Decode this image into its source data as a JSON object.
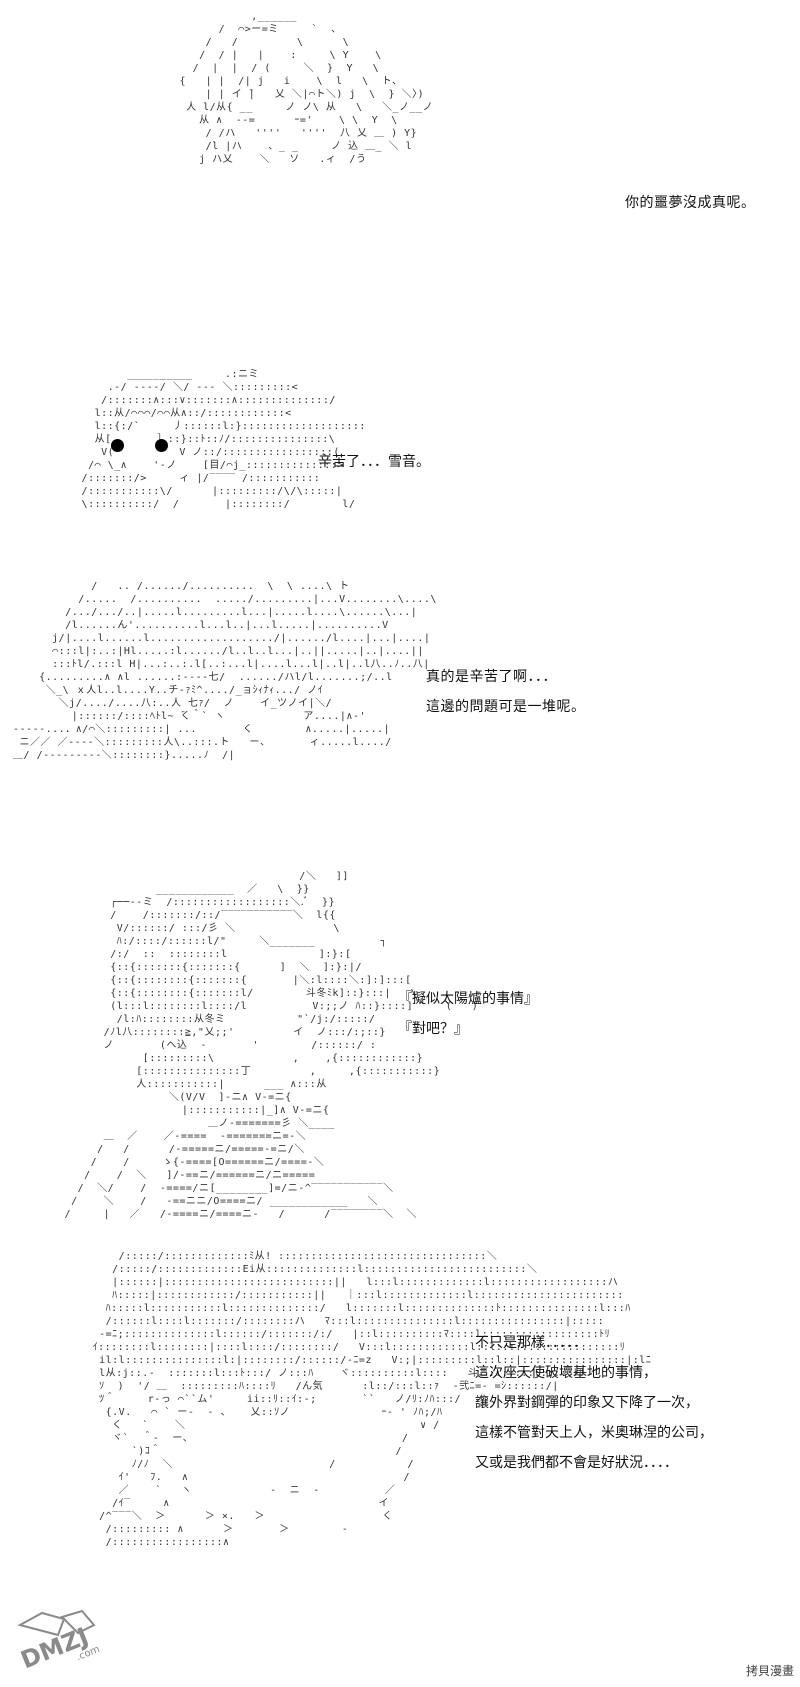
{
  "panels": [
    {
      "dialogue": [
        "你的噩夢沒成真呢。"
      ]
    },
    {
      "dialogue": [
        "辛苦了．．．雪音。"
      ]
    },
    {
      "dialogue": [
        "真的是辛苦了啊．．．",
        "這邊的問題可是一堆呢。"
      ]
    },
    {
      "dialogue": [
        "『擬似太陽爐的事情』",
        "『對吧？』"
      ]
    },
    {
      "dialogue": [
        "不只是那樣．．．．．",
        "這次座天使破壞基地的事情，",
        "讓外界對鋼彈的印象又下降了一次，",
        "這樣不管對天上人，米奧琳涅的公司，",
        "又或是我們都不會是好狀況．．．．"
      ]
    }
  ],
  "watermark": {
    "logo_text": "DMZJ",
    "logo_sub": ".com",
    "corner_text": "拷貝漫畫"
  },
  "colors": {
    "ink": "#111111",
    "art": "#333333",
    "background": "#ffffff",
    "logo": "#8a8a8a"
  }
}
